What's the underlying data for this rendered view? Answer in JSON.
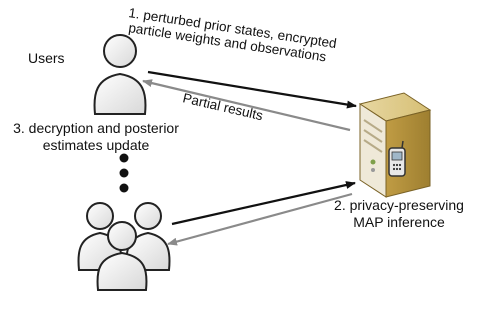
{
  "labels": {
    "users": "Users",
    "step1_line1": "1. perturbed prior states, encrypted",
    "step1_line2": "particle weights and observations",
    "partial_results": "Partial results",
    "step3_line1": "3. decryption and posterior",
    "step3_line2": "estimates update",
    "step2_line1": "2. privacy-preserving",
    "step2_line2": "MAP inference"
  },
  "colors": {
    "person_fill": "#f3f3f3",
    "person_stroke": "#222222",
    "arrow_dark": "#111111",
    "arrow_gray": "#8a8a8a",
    "server_body": "#c9ab55",
    "server_front": "#efe9d8"
  },
  "icons": {
    "single_user": "person-icon",
    "user_group": "user-group-icon",
    "server": "server-icon",
    "phone": "mobile-phone-icon"
  }
}
